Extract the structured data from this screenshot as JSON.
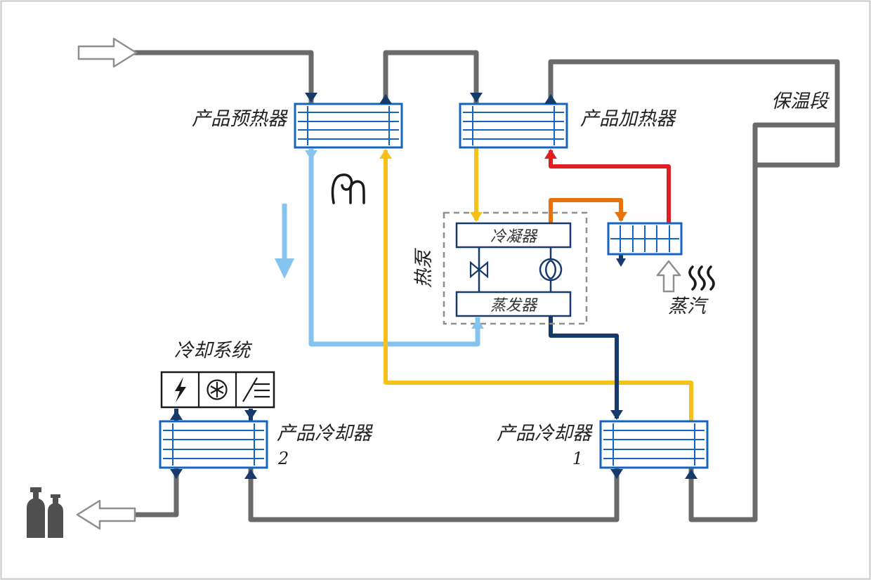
{
  "diagram": {
    "labels": {
      "preheater": "产品预热器",
      "heater": "产品加热器",
      "holding_section": "保温段",
      "heat_pump": "热泵",
      "condenser": "冷凝器",
      "evaporator": "蒸发器",
      "steam": "蒸汽",
      "cooling_system": "冷却系统",
      "cooler_left": "产品冷却器",
      "cooler_left_number": "2",
      "cooler_right": "产品冷却器",
      "cooler_right_number": "1"
    },
    "palette": {
      "product_line_gray": "#6a6a6a",
      "exchanger_blue": "#1565c0",
      "hot_red": "#e02020",
      "warm_orange": "#e8720c",
      "regen_yellow": "#f6c21a",
      "cold_light_blue": "#85c4ee",
      "chilled_navy": "#173a6d",
      "frame_border": "#c9c9c9"
    },
    "icons": {
      "product_inlet": "arrow-right-outline",
      "product_outlet": "arrow-left-outline",
      "steam_supply": "arrow-up-outline",
      "steam_heat": "heat-waves",
      "regen_heat": "heat-coil",
      "cooling_power": "lightning-bolt",
      "cooling_fan": "fan",
      "cooling_coil": "coil",
      "chilled_flow": "arrow-down",
      "product_out": "bottles"
    }
  }
}
